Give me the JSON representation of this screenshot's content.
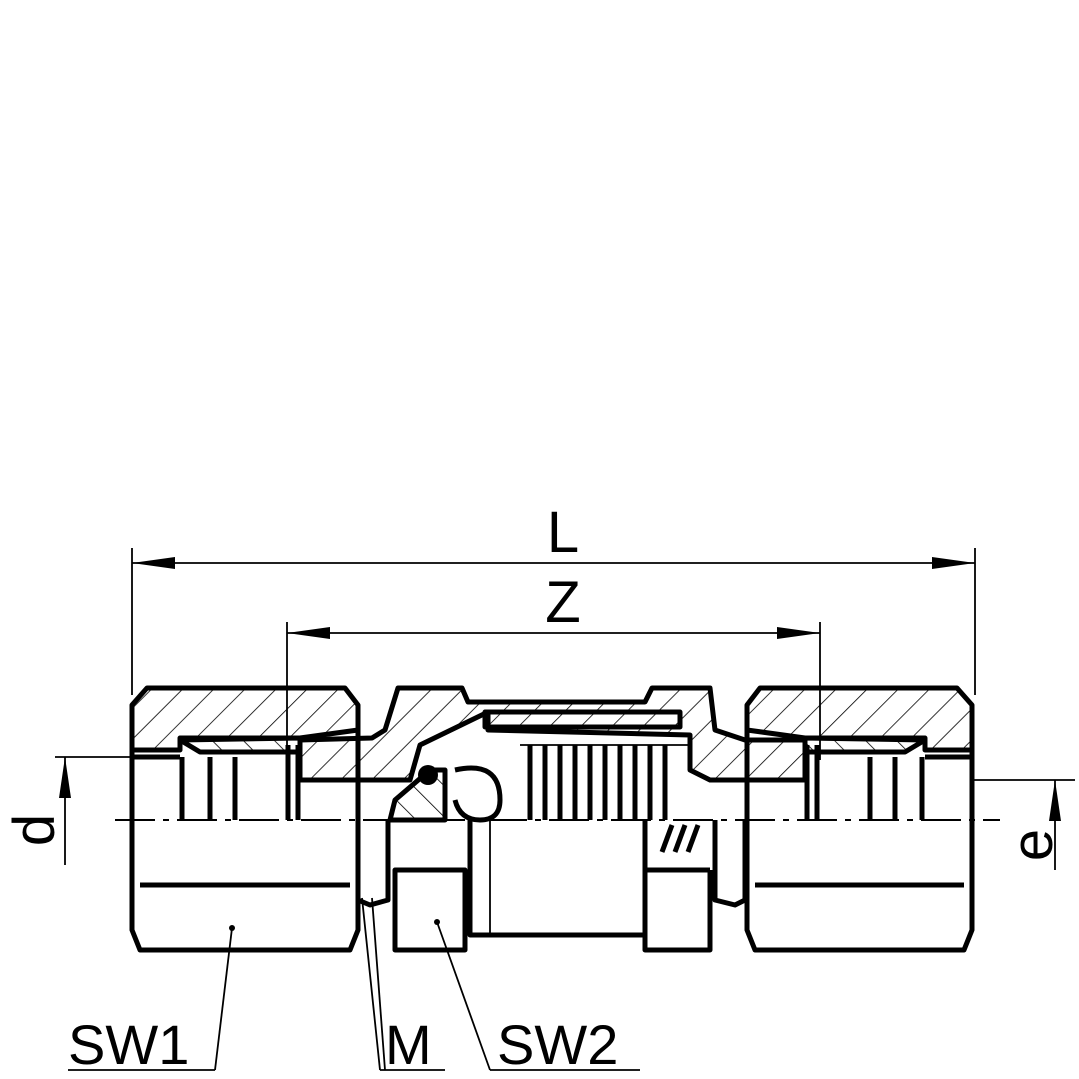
{
  "drawing": {
    "type": "check valve cross-section",
    "dimensions": {
      "overall_length": "L",
      "inner_length": "Z",
      "tube_diameter": "d",
      "offset": "e"
    },
    "callouts": {
      "wrench_size_1": "SW1",
      "thread": "M",
      "wrench_size_2": "SW2"
    },
    "colors": {
      "line": "#000000",
      "background": "#ffffff"
    }
  }
}
